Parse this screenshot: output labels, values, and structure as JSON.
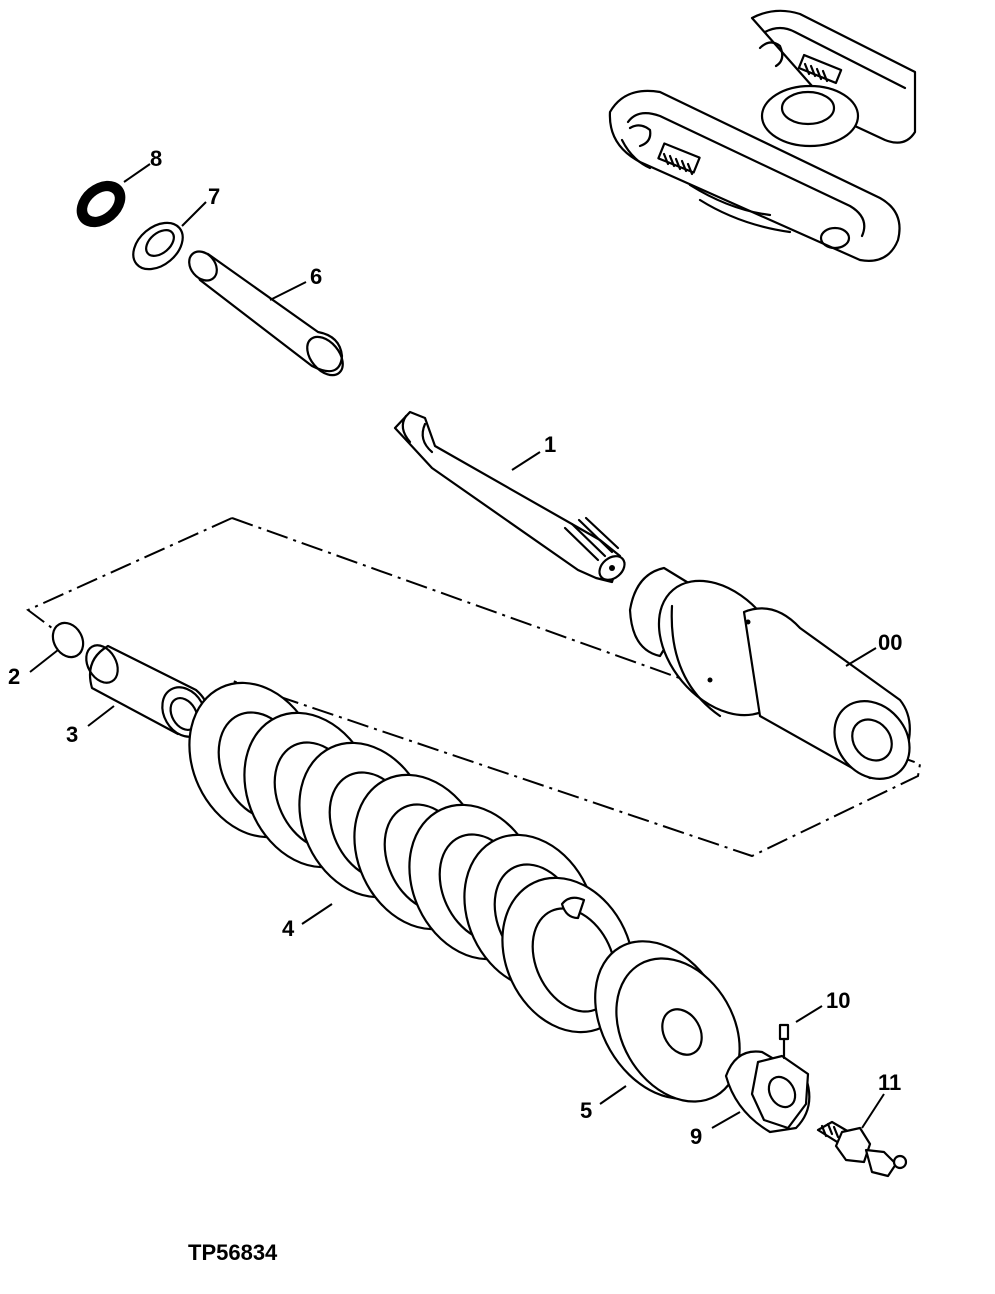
{
  "figure_id": "TP56834",
  "callouts": {
    "c00": "00",
    "c1": "1",
    "c2": "2",
    "c3": "3",
    "c4": "4",
    "c5": "5",
    "c6": "6",
    "c7": "7",
    "c8": "8",
    "c9": "9",
    "c10": "10",
    "c11": "11"
  },
  "parts": [
    {
      "callout": "00",
      "icon": "cylinder-assembly-icon"
    },
    {
      "callout": "1",
      "icon": "rod-icon"
    },
    {
      "callout": "2",
      "icon": "o-ring-icon"
    },
    {
      "callout": "3",
      "icon": "bushing-icon"
    },
    {
      "callout": "4",
      "icon": "spring-icon"
    },
    {
      "callout": "5",
      "icon": "spring-seat-icon"
    },
    {
      "callout": "6",
      "icon": "pin-icon"
    },
    {
      "callout": "7",
      "icon": "washer-icon"
    },
    {
      "callout": "8",
      "icon": "seal-icon"
    },
    {
      "callout": "9",
      "icon": "nut-icon"
    },
    {
      "callout": "10",
      "icon": "pin-icon"
    },
    {
      "callout": "11",
      "icon": "grease-fitting-icon"
    }
  ]
}
